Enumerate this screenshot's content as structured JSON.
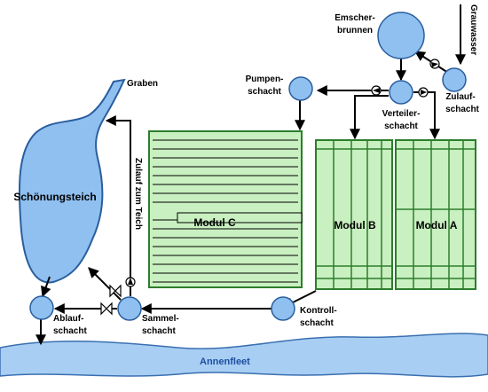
{
  "labels": {
    "graben": "Graben",
    "emscher_1": "Emscher-",
    "emscher_2": "brunnen",
    "grauwasser": "Grauwasser",
    "zulauf_1": "Zulauf-",
    "zulauf_2": "schacht",
    "pumpen_1": "Pumpen-",
    "pumpen_2": "schacht",
    "verteiler_1": "Verteiler-",
    "verteiler_2": "schacht",
    "zulauf_teich": "Zulauf zum Teich",
    "teich": "Schönungsteich",
    "modul_c": "Modul C",
    "modul_b": "Modul B",
    "modul_a": "Modul A",
    "ablauf_1": "Ablauf-",
    "ablauf_2": "schacht",
    "sammel_1": "Sammel-",
    "sammel_2": "schacht",
    "kontroll_1": "Kontroll-",
    "kontroll_2": "schacht",
    "annenfleet": "Annenfleet"
  },
  "colors": {
    "water": "#a8cef3",
    "pond": "#8fc0f0",
    "shaft": "#8fc0f0",
    "module": "#c9f0c0",
    "module_stroke": "#2d7d2d",
    "line": "#000000"
  }
}
